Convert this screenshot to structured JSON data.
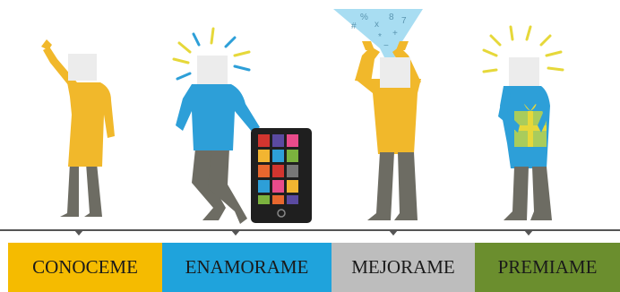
{
  "stages": [
    {
      "label": "CONOCEME",
      "color": "#f5bb00"
    },
    {
      "label": "ENAMORAME",
      "color": "#1fa3dc"
    },
    {
      "label": "MEJORAME",
      "color": "#bdbdbd"
    },
    {
      "label": "PREMIAME",
      "color": "#6b8e2e"
    }
  ],
  "colors": {
    "yellow_body": "#f1b82b",
    "blue_body": "#2d9fd8",
    "pants": "#6d6c63",
    "head": "#ececec",
    "rays_yellow": "#e6d83a",
    "rays_blue": "#2d9fd8",
    "funnel": "#a8ddf2",
    "gift": "#a9cc5c",
    "phone_frame": "#1f1f1f",
    "timeline": "#555555"
  },
  "funnel_glyphs": [
    "%",
    "x",
    "8",
    "7",
    "#",
    "*",
    "+",
    "−"
  ]
}
